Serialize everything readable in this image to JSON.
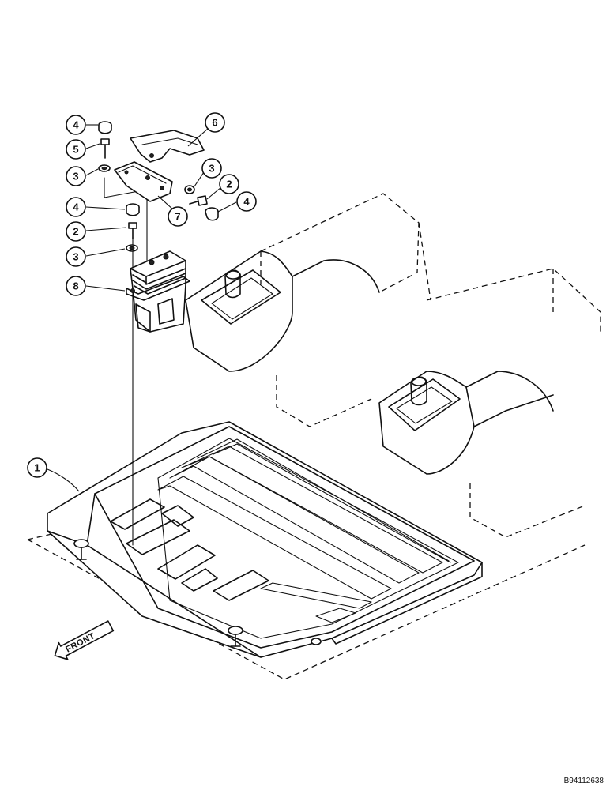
{
  "diagram": {
    "callouts": [
      "4",
      "5",
      "3",
      "6",
      "3",
      "2",
      "4",
      "7",
      "4",
      "2",
      "3",
      "8",
      "1"
    ],
    "front_label": "FRONT",
    "document_id": "B94112638"
  }
}
